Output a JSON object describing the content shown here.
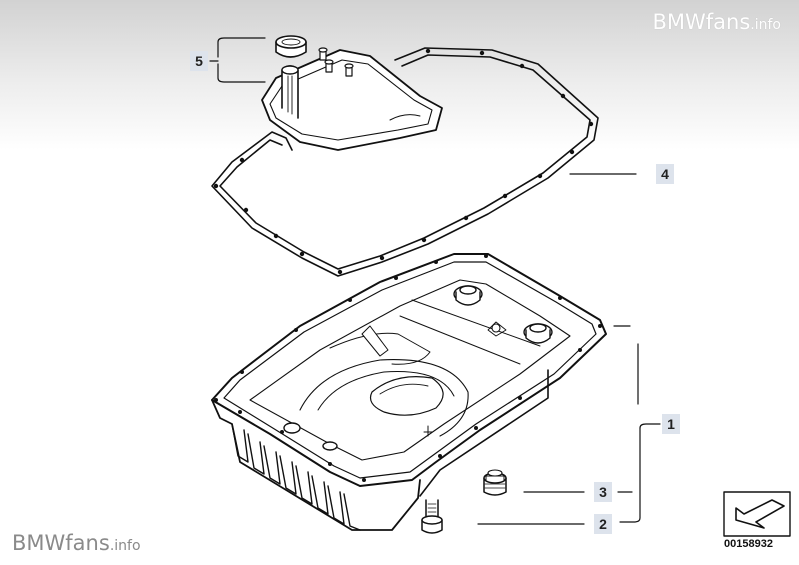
{
  "watermark": {
    "top_brand": "BMWfans",
    "top_suffix": ".info",
    "bottom_brand": "BMWfans",
    "bottom_suffix": ".info"
  },
  "callouts": {
    "c1": "1",
    "c2": "2",
    "c3": "3",
    "c4": "4",
    "c5": "5"
  },
  "diagram_code": "00158932",
  "colors": {
    "line": "#111111",
    "callout_bg": "#dde3ec",
    "header_gray": "#d2d2d2"
  },
  "icons": {
    "pointer": "arrow-pointer-icon"
  }
}
